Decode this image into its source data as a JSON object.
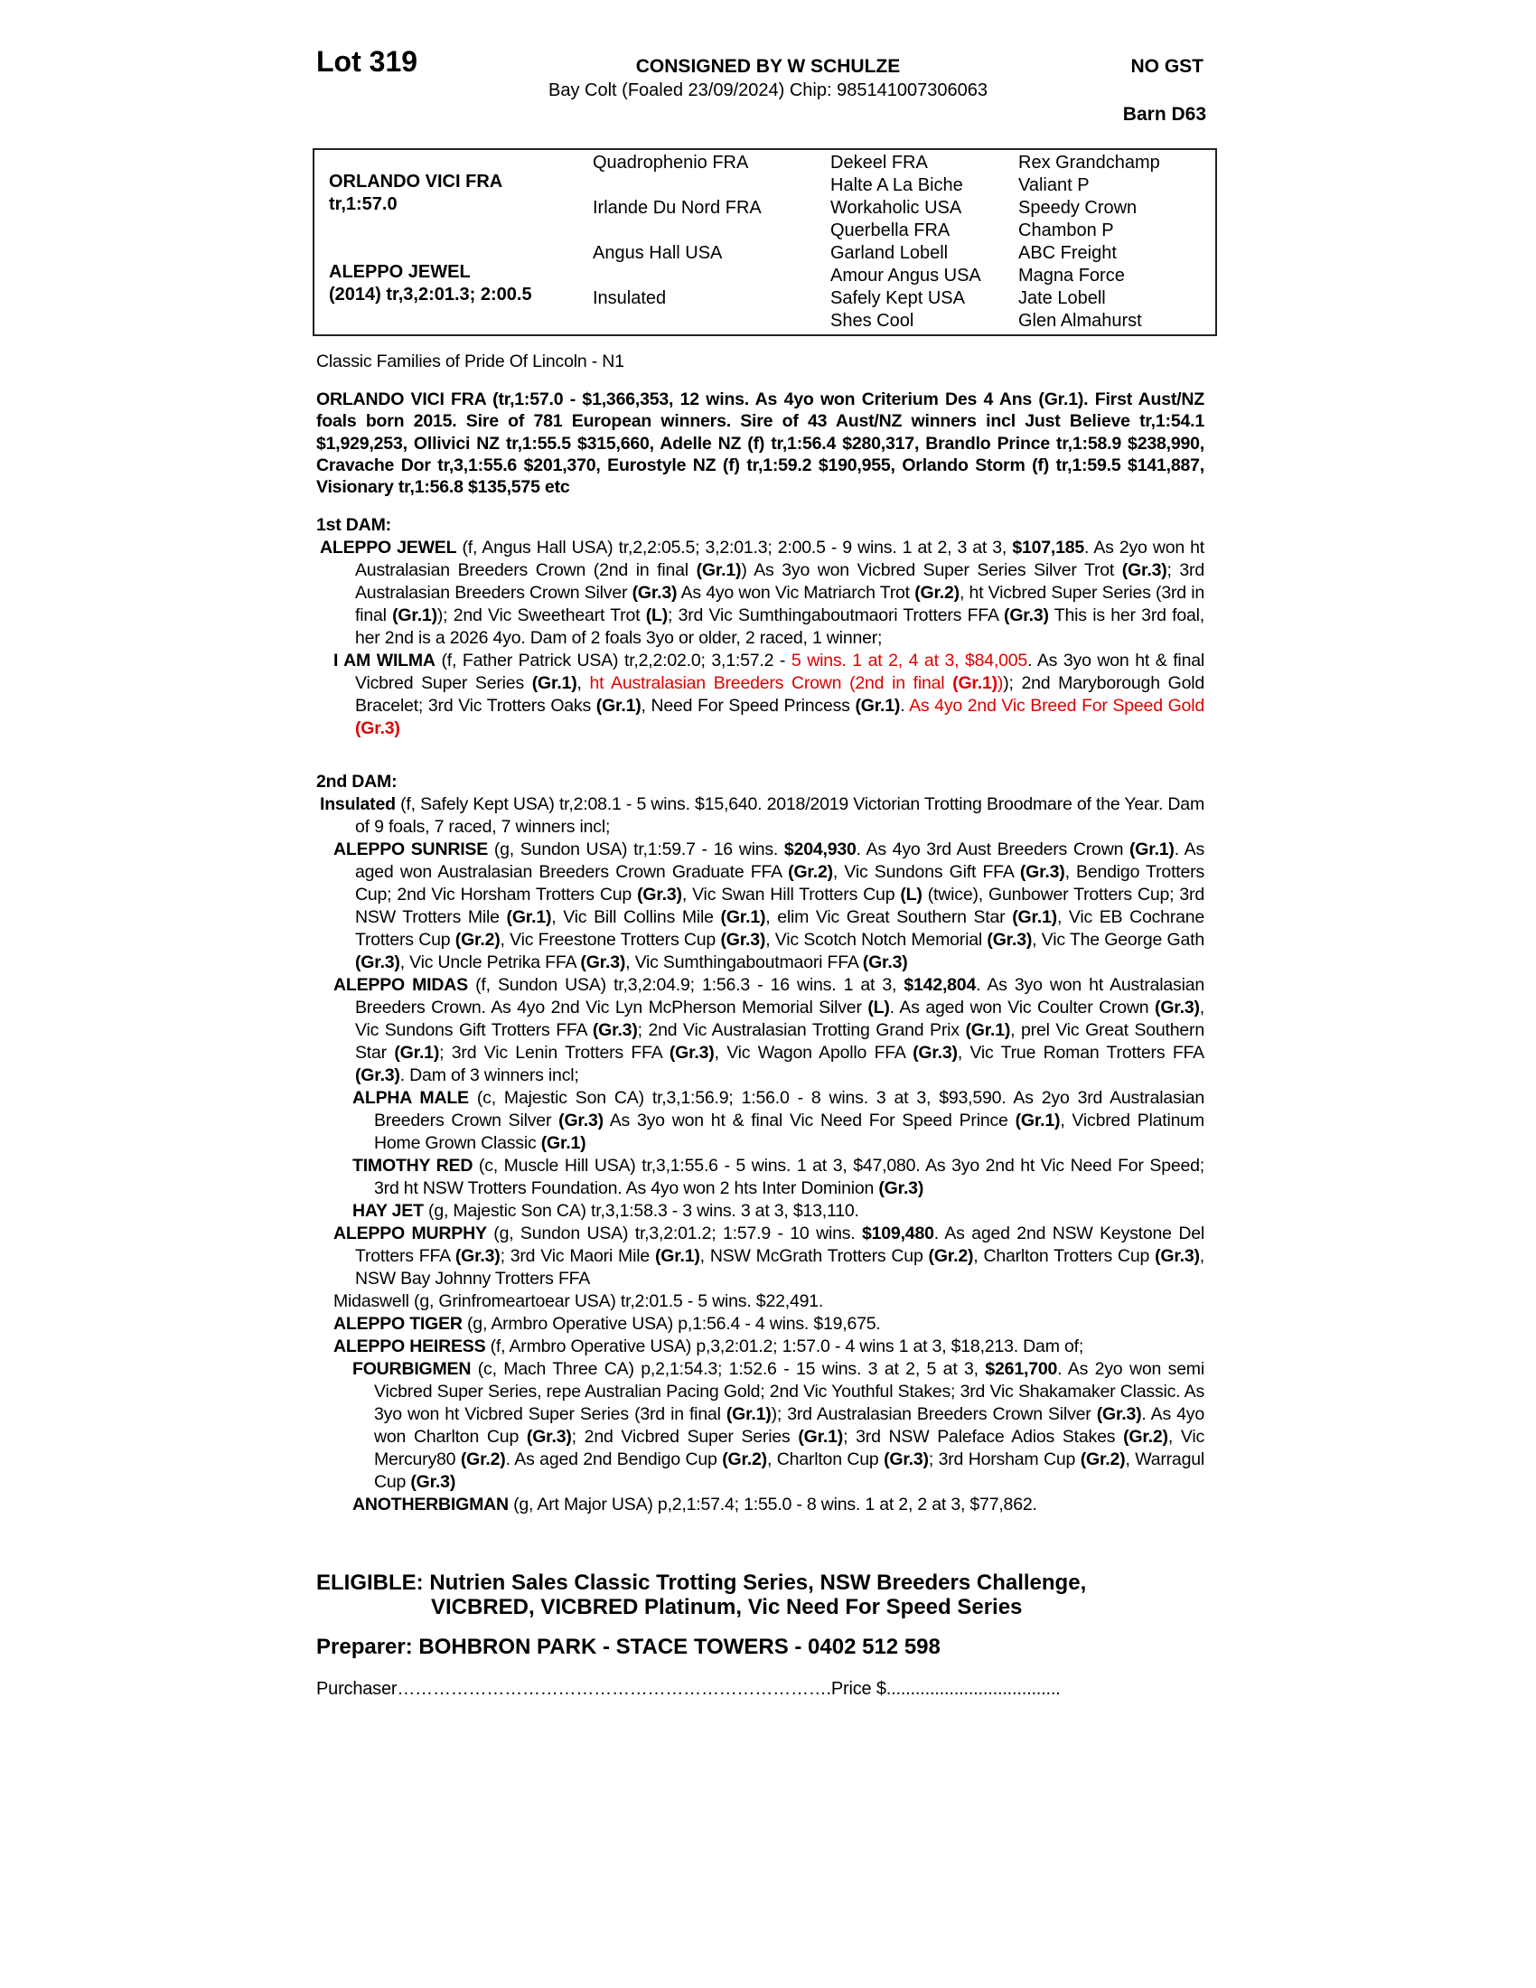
{
  "header": {
    "lot": "Lot 319",
    "consigned": "CONSIGNED BY W SCHULZE",
    "gst": "NO GST",
    "description": "Bay Colt (Foaled 23/09/2024) Chip: 985141007306063",
    "barn": "Barn D63"
  },
  "pedigree": {
    "sire_name": "ORLANDO VICI FRA",
    "sire_record": "tr,1:57.0",
    "dam_name": "ALEPPO JEWEL",
    "dam_record": "(2014) tr,3,2:01.3; 2:00.5",
    "gen2": [
      "Quadrophenio FRA",
      "Irlande Du Nord FRA",
      "Angus Hall USA",
      "Insulated"
    ],
    "gen3": [
      "Dekeel FRA",
      "Halte A La Biche",
      "Workaholic USA",
      "Querbella FRA",
      "Garland Lobell",
      "Amour Angus USA",
      "Safely Kept USA",
      "Shes Cool"
    ],
    "gen4": [
      "Rex Grandchamp",
      "Valiant P",
      "Speedy Crown",
      "Chambon P",
      "ABC Freight",
      "Magna Force",
      "Jate Lobell",
      "Glen Almahurst"
    ]
  },
  "families": "Classic Families of Pride Of Lincoln - N1",
  "sire_text": "ORLANDO VICI FRA (tr,1:57.0 - $1,366,353, 12 wins. As 4yo won Criterium Des 4 Ans (Gr.1). First Aust/NZ foals born 2015. Sire of 781 European winners. Sire of 43 Aust/NZ winners incl Just Believe tr,1:54.1 $1,929,253, Ollivici NZ tr,1:55.5 $315,660, Adelle NZ (f) tr,1:56.4 $280,317, Brandlo Prince tr,1:58.9 $238,990, Cravache Dor tr,3,1:55.6 $201,370, Eurostyle NZ (f) tr,1:59.2 $190,955, Orlando Storm (f) tr,1:59.5 $141,887, Visionary tr,1:56.8 $135,575 etc",
  "dam1_heading": "1st DAM:",
  "dam1_entries": [
    {
      "level": 0,
      "segs": [
        [
          "ALEPPO JEWEL",
          "b"
        ],
        [
          " (f, Angus Hall USA) tr,2,2:05.5; 3,2:01.3; 2:00.5 - 9 wins. 1 at 2, 3 at 3, ",
          ""
        ],
        [
          "$107,185",
          "b"
        ],
        [
          ". As 2yo won ht Australasian Breeders Crown (2nd in final ",
          ""
        ],
        [
          "(Gr.1)",
          "b"
        ],
        [
          ") As 3yo won Vicbred Super Series Silver Trot ",
          ""
        ],
        [
          "(Gr.3)",
          "b"
        ],
        [
          "; 3rd Australasian Breeders Crown Silver ",
          ""
        ],
        [
          "(Gr.3)",
          "b"
        ],
        [
          " As 4yo won Vic Matriarch Trot ",
          ""
        ],
        [
          "(Gr.2)",
          "b"
        ],
        [
          ", ht Vicbred Super Series (3rd in final ",
          ""
        ],
        [
          "(Gr.1)",
          "b"
        ],
        [
          "); 2nd Vic Sweetheart Trot ",
          ""
        ],
        [
          "(L)",
          "b"
        ],
        [
          "; 3rd Vic Sumthingaboutmaori Trotters FFA ",
          ""
        ],
        [
          "(Gr.3)",
          "b"
        ],
        [
          " This is her 3rd foal, her 2nd is a 2026 4yo. Dam of 2 foals 3yo or older, 2 raced, 1 winner;",
          ""
        ]
      ]
    },
    {
      "level": 1,
      "segs": [
        [
          "I AM WILMA",
          "b"
        ],
        [
          " (f, Father Patrick USA) tr,2,2:02.0; 3,1:57.2 - ",
          ""
        ],
        [
          "5 wins. 1 at 2, 4 at 3, $84,005",
          "r"
        ],
        [
          ". As 3yo won ht & final Vicbred Super Series ",
          ""
        ],
        [
          "(Gr.1)",
          "b"
        ],
        [
          ", ",
          ""
        ],
        [
          "ht Australasian Breeders Crown (2nd in final ",
          "r"
        ],
        [
          "(Gr.1)",
          "r b"
        ],
        [
          ")",
          "r"
        ],
        [
          "); 2nd Maryborough Gold Bracelet; 3rd Vic Trotters Oaks ",
          ""
        ],
        [
          "(Gr.1)",
          "b"
        ],
        [
          ", Need For Speed Princess ",
          ""
        ],
        [
          "(Gr.1)",
          "b"
        ],
        [
          ". ",
          ""
        ],
        [
          "As 4yo 2nd Vic Breed For Speed Gold ",
          "r"
        ],
        [
          "(Gr.3)",
          "r b"
        ]
      ]
    }
  ],
  "dam2_heading": "2nd DAM:",
  "dam2_entries": [
    {
      "level": 0,
      "segs": [
        [
          "Insulated",
          "b"
        ],
        [
          " (f, Safely Kept USA) tr,2:08.1 - 5 wins. $15,640. 2018/2019 Victorian Trotting Broodmare of the Year. Dam of 9 foals, 7 raced, 7 winners incl;",
          ""
        ]
      ]
    },
    {
      "level": 1,
      "segs": [
        [
          "ALEPPO SUNRISE",
          "b"
        ],
        [
          " (g, Sundon USA) tr,1:59.7 - 16 wins. ",
          ""
        ],
        [
          "$204,930",
          "b"
        ],
        [
          ". As 4yo 3rd Aust Breeders Crown ",
          ""
        ],
        [
          "(Gr.1)",
          "b"
        ],
        [
          ". As aged won Australasian Breeders Crown Graduate FFA ",
          ""
        ],
        [
          "(Gr.2)",
          "b"
        ],
        [
          ", Vic Sundons Gift FFA ",
          ""
        ],
        [
          "(Gr.3)",
          "b"
        ],
        [
          ", Bendigo Trotters Cup; 2nd Vic Horsham Trotters Cup ",
          ""
        ],
        [
          "(Gr.3)",
          "b"
        ],
        [
          ", Vic Swan Hill Trotters Cup ",
          ""
        ],
        [
          "(L)",
          "b"
        ],
        [
          " (twice), Gunbower Trotters Cup; 3rd NSW Trotters Mile ",
          ""
        ],
        [
          "(Gr.1)",
          "b"
        ],
        [
          ", Vic Bill Collins Mile ",
          ""
        ],
        [
          "(Gr.1)",
          "b"
        ],
        [
          ", elim Vic Great Southern Star ",
          ""
        ],
        [
          "(Gr.1)",
          "b"
        ],
        [
          ", Vic EB Cochrane Trotters Cup ",
          ""
        ],
        [
          "(Gr.2)",
          "b"
        ],
        [
          ", Vic Freestone Trotters Cup ",
          ""
        ],
        [
          "(Gr.3)",
          "b"
        ],
        [
          ", Vic Scotch Notch Memorial ",
          ""
        ],
        [
          "(Gr.3)",
          "b"
        ],
        [
          ", Vic The George Gath ",
          ""
        ],
        [
          "(Gr.3)",
          "b"
        ],
        [
          ", Vic Uncle Petrika FFA ",
          ""
        ],
        [
          "(Gr.3)",
          "b"
        ],
        [
          ", Vic Sumthingaboutmaori FFA ",
          ""
        ],
        [
          "(Gr.3)",
          "b"
        ]
      ]
    },
    {
      "level": 1,
      "segs": [
        [
          "ALEPPO MIDAS",
          "b"
        ],
        [
          " (f, Sundon USA) tr,3,2:04.9; 1:56.3 - 16 wins. 1 at 3, ",
          ""
        ],
        [
          "$142,804",
          "b"
        ],
        [
          ". As 3yo won ht Australasian Breeders Crown. As 4yo 2nd Vic Lyn McPherson Memorial Silver ",
          ""
        ],
        [
          "(L)",
          "b"
        ],
        [
          ". As aged won Vic Coulter Crown ",
          ""
        ],
        [
          "(Gr.3)",
          "b"
        ],
        [
          ", Vic Sundons Gift Trotters FFA ",
          ""
        ],
        [
          "(Gr.3)",
          "b"
        ],
        [
          "; 2nd Vic Australasian Trotting Grand Prix ",
          ""
        ],
        [
          "(Gr.1)",
          "b"
        ],
        [
          ", prel Vic Great Southern Star ",
          ""
        ],
        [
          "(Gr.1)",
          "b"
        ],
        [
          "; 3rd Vic Lenin Trotters FFA ",
          ""
        ],
        [
          "(Gr.3)",
          "b"
        ],
        [
          ", Vic Wagon Apollo FFA ",
          ""
        ],
        [
          "(Gr.3)",
          "b"
        ],
        [
          ", Vic True Roman Trotters FFA ",
          ""
        ],
        [
          "(Gr.3)",
          "b"
        ],
        [
          ". Dam of 3 winners incl;",
          ""
        ]
      ]
    },
    {
      "level": 2,
      "segs": [
        [
          "ALPHA MALE",
          "b"
        ],
        [
          " (c, Majestic Son CA) tr,3,1:56.9; 1:56.0 - 8 wins. 3 at 3, $93,590. As 2yo 3rd Australasian Breeders Crown Silver ",
          ""
        ],
        [
          "(Gr.3)",
          "b"
        ],
        [
          " As 3yo won ht & final Vic Need For Speed Prince ",
          ""
        ],
        [
          "(Gr.1)",
          "b"
        ],
        [
          ", Vicbred Platinum Home Grown Classic ",
          ""
        ],
        [
          "(Gr.1)",
          "b"
        ]
      ]
    },
    {
      "level": 2,
      "segs": [
        [
          "TIMOTHY RED",
          "b"
        ],
        [
          " (c, Muscle Hill USA) tr,3,1:55.6 - 5 wins. 1 at 3, $47,080. As 3yo 2nd ht Vic Need For Speed; 3rd ht NSW Trotters Foundation. As 4yo won 2 hts Inter Dominion ",
          ""
        ],
        [
          "(Gr.3)",
          "b"
        ]
      ]
    },
    {
      "level": 2,
      "segs": [
        [
          "HAY JET",
          "b"
        ],
        [
          " (g, Majestic Son CA) tr,3,1:58.3 - 3 wins. 3 at 3, $13,110.",
          ""
        ]
      ]
    },
    {
      "level": 1,
      "segs": [
        [
          "ALEPPO MURPHY",
          "b"
        ],
        [
          " (g, Sundon USA) tr,3,2:01.2; 1:57.9 - 10 wins. ",
          ""
        ],
        [
          "$109,480",
          "b"
        ],
        [
          ". As aged 2nd NSW Keystone Del Trotters FFA ",
          ""
        ],
        [
          "(Gr.3)",
          "b"
        ],
        [
          "; 3rd Vic Maori Mile ",
          ""
        ],
        [
          "(Gr.1)",
          "b"
        ],
        [
          ", NSW McGrath Trotters Cup ",
          ""
        ],
        [
          "(Gr.2)",
          "b"
        ],
        [
          ", Charlton Trotters Cup ",
          ""
        ],
        [
          "(Gr.3)",
          "b"
        ],
        [
          ", NSW Bay Johnny Trotters FFA",
          ""
        ]
      ]
    },
    {
      "level": 1,
      "segs": [
        [
          "Midaswell (g, Grinfromeartoear USA) tr,2:01.5 - 5 wins. $22,491.",
          ""
        ]
      ]
    },
    {
      "level": 1,
      "segs": [
        [
          "ALEPPO TIGER",
          "b"
        ],
        [
          " (g, Armbro Operative USA) p,1:56.4 - 4 wins. $19,675.",
          ""
        ]
      ]
    },
    {
      "level": 1,
      "segs": [
        [
          "ALEPPO HEIRESS",
          "b"
        ],
        [
          " (f, Armbro Operative USA) p,3,2:01.2; 1:57.0 - 4 wins 1 at 3, $18,213. Dam of;",
          ""
        ]
      ]
    },
    {
      "level": 2,
      "segs": [
        [
          "FOURBIGMEN",
          "b"
        ],
        [
          " (c, Mach Three CA) p,2,1:54.3; 1:52.6 - 15 wins. 3 at 2, 5 at 3, ",
          ""
        ],
        [
          "$261,700",
          "b"
        ],
        [
          ". As 2yo won semi Vicbred Super Series, repe Australian Pacing Gold; 2nd Vic Youthful Stakes; 3rd Vic Shakamaker Classic. As 3yo won ht Vicbred Super Series (3rd in final ",
          ""
        ],
        [
          "(Gr.1)",
          "b"
        ],
        [
          "); 3rd Australasian Breeders Crown Silver ",
          ""
        ],
        [
          "(Gr.3)",
          "b"
        ],
        [
          ". As 4yo won Charlton Cup ",
          ""
        ],
        [
          "(Gr.3)",
          "b"
        ],
        [
          "; 2nd Vicbred Super Series ",
          ""
        ],
        [
          "(Gr.1)",
          "b"
        ],
        [
          "; 3rd NSW Paleface Adios Stakes ",
          ""
        ],
        [
          "(Gr.2)",
          "b"
        ],
        [
          ", Vic Mercury80 ",
          ""
        ],
        [
          "(Gr.2)",
          "b"
        ],
        [
          ". As aged 2nd Bendigo Cup ",
          ""
        ],
        [
          "(Gr.2)",
          "b"
        ],
        [
          ", Charlton Cup ",
          ""
        ],
        [
          "(Gr.3)",
          "b"
        ],
        [
          "; 3rd Horsham Cup ",
          ""
        ],
        [
          "(Gr.2)",
          "b"
        ],
        [
          ", Warragul Cup ",
          ""
        ],
        [
          "(Gr.3)",
          "b"
        ]
      ]
    },
    {
      "level": 2,
      "segs": [
        [
          "ANOTHERBIGMAN",
          "b"
        ],
        [
          " (g, Art Major USA) p,2,1:57.4; 1:55.0 - 8 wins. 1 at 2, 2 at 3, $77,862.",
          ""
        ]
      ]
    }
  ],
  "eligible": {
    "line1": "ELIGIBLE: Nutrien Sales Classic Trotting Series, NSW Breeders Challenge,",
    "line2": "VICBRED, VICBRED Platinum, Vic Need For Speed Series"
  },
  "preparer": "Preparer: BOHBRON PARK - STACE TOWERS - 0402 512 598",
  "purchaser": "Purchaser……………………………………………………………….Price $....................................",
  "colors": {
    "highlight": "#e00000",
    "text": "#000000"
  }
}
